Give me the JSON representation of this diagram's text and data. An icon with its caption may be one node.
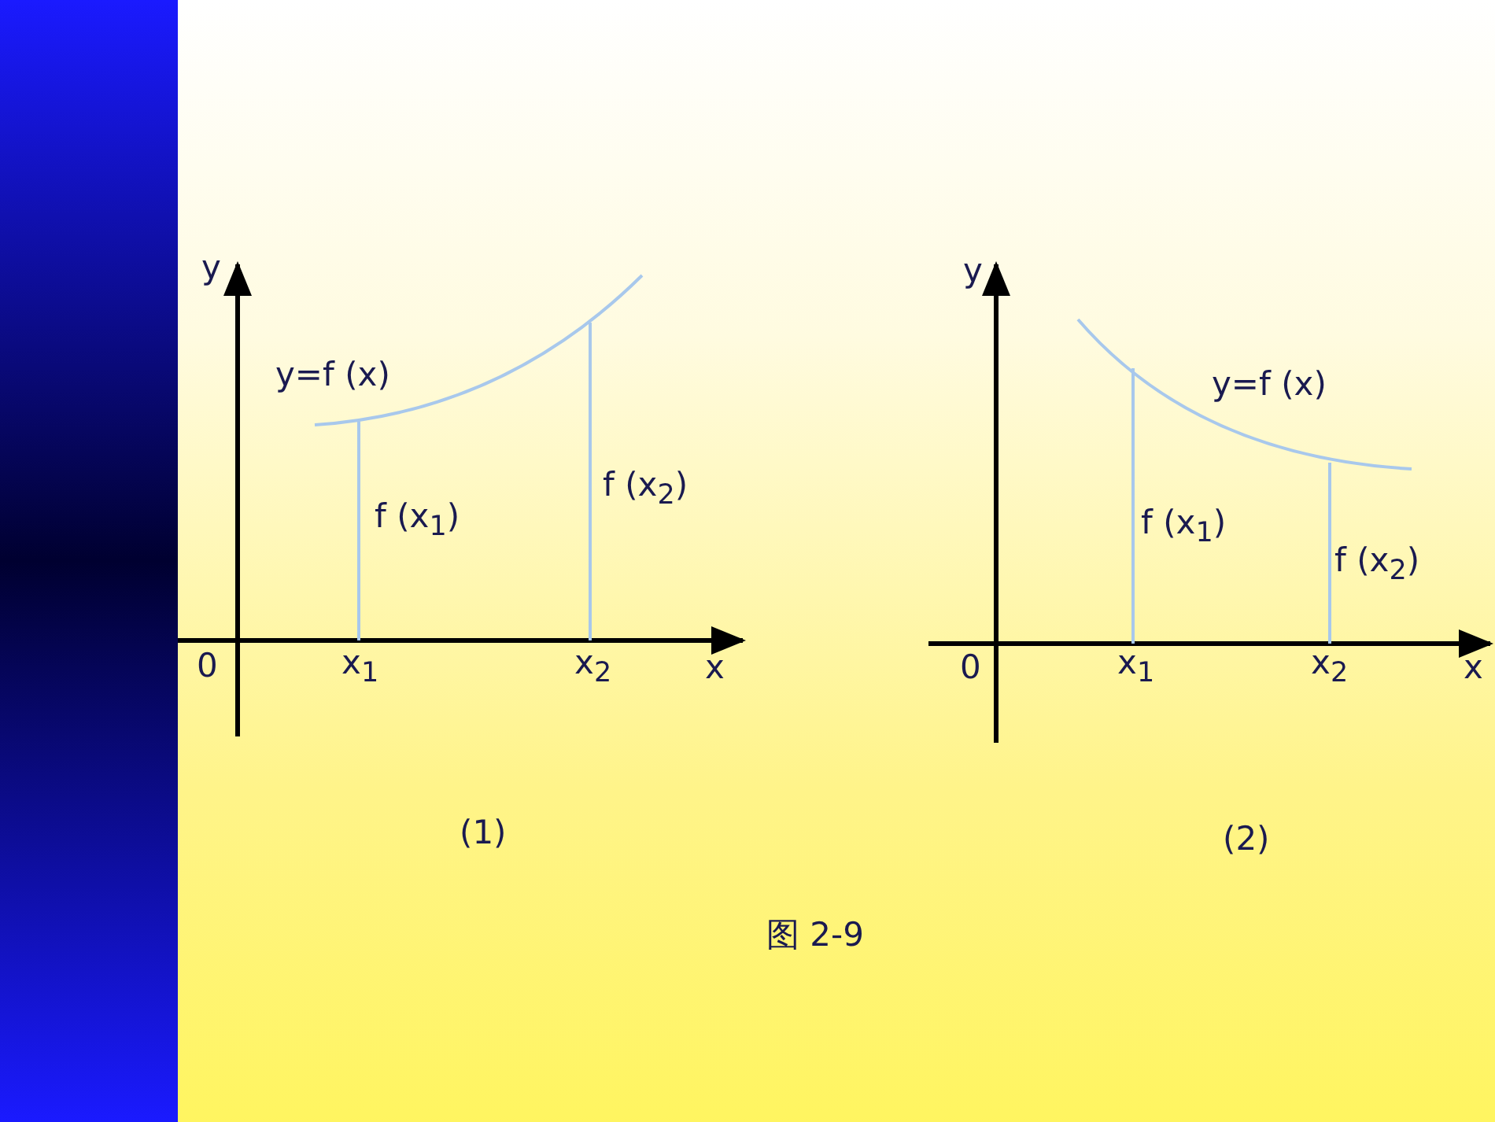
{
  "diagram": {
    "caption": "图 2-9",
    "labels": [
      "y",
      "y=f (x)",
      "f (x$_{2}$)",
      "f (x$_{1}$)",
      "0",
      "x$_{1}$",
      "x$_{2}$",
      "x",
      "(1)",
      "y",
      "y=f (x)",
      "f (x$_{1}$)",
      "f (x$_{2}$)",
      "0",
      "x$_{1}$",
      "x$_{2}$",
      "x",
      "(2)"
    ]
  }
}
